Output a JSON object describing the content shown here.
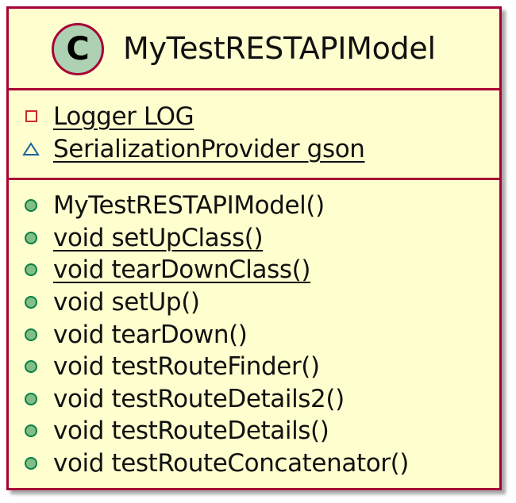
{
  "diagram": {
    "class_icon_letter": "C",
    "class_name": "MyTestRESTAPIModel",
    "colors": {
      "background": "#fefece",
      "border": "#a80036",
      "class_badge": "#add1b2",
      "public_fill": "#84be84",
      "public_stroke": "#038048",
      "private_stroke": "#c82930",
      "package_stroke": "#1963a0"
    },
    "fields": [
      {
        "visibility": "private",
        "text": "Logger LOG",
        "static": true
      },
      {
        "visibility": "package",
        "text": "SerializationProvider gson",
        "static": true
      }
    ],
    "methods": [
      {
        "visibility": "public",
        "text": "MyTestRESTAPIModel()",
        "static": false
      },
      {
        "visibility": "public",
        "text": "void setUpClass()",
        "static": true
      },
      {
        "visibility": "public",
        "text": "void tearDownClass()",
        "static": true
      },
      {
        "visibility": "public",
        "text": "void setUp()",
        "static": false
      },
      {
        "visibility": "public",
        "text": "void tearDown()",
        "static": false
      },
      {
        "visibility": "public",
        "text": "void testRouteFinder()",
        "static": false
      },
      {
        "visibility": "public",
        "text": "void testRouteDetails2()",
        "static": false
      },
      {
        "visibility": "public",
        "text": "void testRouteDetails()",
        "static": false
      },
      {
        "visibility": "public",
        "text": "void testRouteConcatenator()",
        "static": false
      }
    ]
  }
}
